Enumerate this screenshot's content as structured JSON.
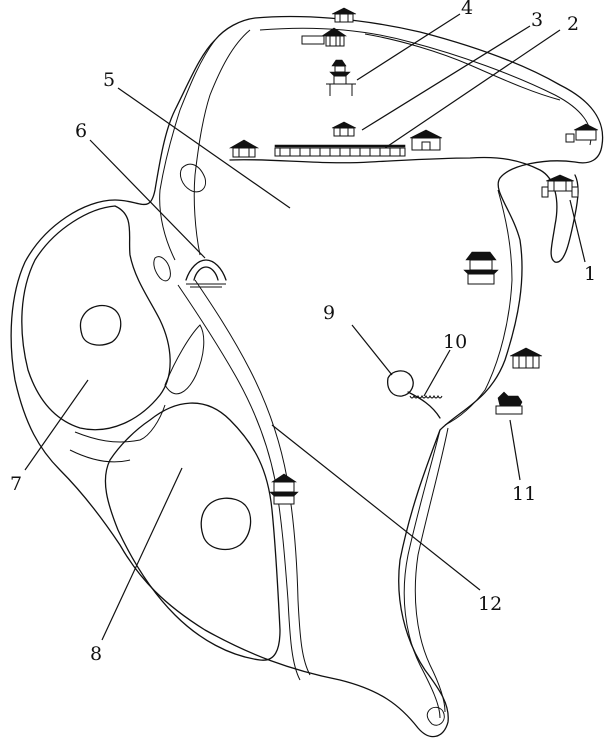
{
  "map": {
    "description": "Schematic map of a lake park with causeways, islands and pavilions",
    "labels": [
      {
        "id": "1",
        "text": "1"
      },
      {
        "id": "2",
        "text": "2"
      },
      {
        "id": "3",
        "text": "3"
      },
      {
        "id": "4",
        "text": "4"
      },
      {
        "id": "5",
        "text": "5"
      },
      {
        "id": "6",
        "text": "6"
      },
      {
        "id": "7",
        "text": "7"
      },
      {
        "id": "8",
        "text": "8"
      },
      {
        "id": "9",
        "text": "9"
      },
      {
        "id": "10",
        "text": "10"
      },
      {
        "id": "11",
        "text": "11"
      },
      {
        "id": "12",
        "text": "12"
      }
    ],
    "icons": [
      "pagoda-icon",
      "gate-icon",
      "long-corridor-icon",
      "pavilion-icon",
      "bridge-icon",
      "bronze-ox-icon",
      "hall-icon"
    ]
  }
}
